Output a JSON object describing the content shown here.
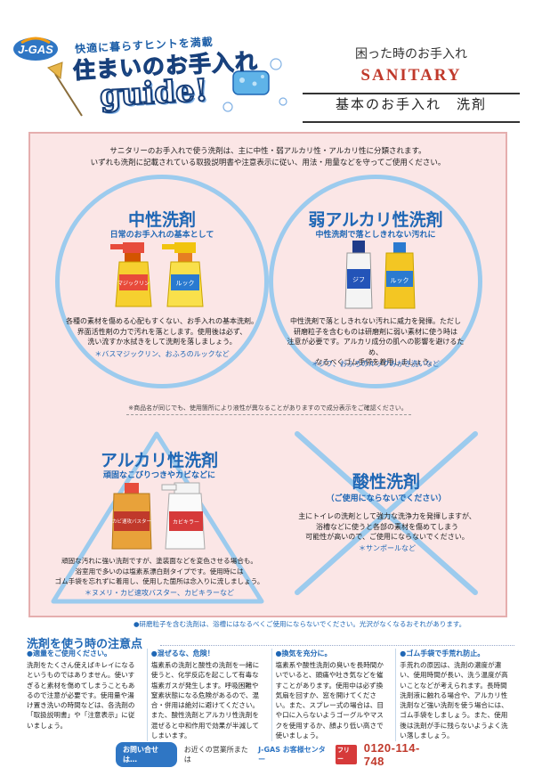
{
  "header": {
    "logo": "J-GAS",
    "tagline": "快適に暮らすヒントを満載",
    "title_main": "住まいのお手入れ",
    "title_guide": "guide!",
    "subtitle": "困った時のお手入れ",
    "category_en": "SANITARY",
    "topic": "基本のお手入れ　洗剤"
  },
  "intro": {
    "line1": "サニタリーのお手入れで使う洗剤は、主に中性・弱アルカリ性・アルカリ性に分類されます。",
    "line2": "いずれも洗剤に記載されている取扱説明書や注意表示に従い、用法・用量などを守ってご使用ください。"
  },
  "neutral": {
    "title": "中性洗剤",
    "subtitle": "日常のお手入れの基本として",
    "body1": "各種の素材を傷める心配もすくない、お手入れの基本洗剤。",
    "body2": "界面活性剤の力で汚れを落とします。使用後は必ず、",
    "body3": "洗い流すか水拭きをして洗剤を落しましょう。",
    "example": "＊バスマジックリン、おふろのルックなど"
  },
  "weak_alkaline": {
    "title": "弱アルカリ性洗剤",
    "subtitle": "中性洗剤で落としきれない汚れに",
    "body1": "中性洗剤で落としきれない汚れに威力を発揮。ただし",
    "body2": "研磨粒子を含むものは研磨剤に弱い素材に使う時は",
    "body3": "注意が必要です。アルカリ成分の肌への影響を避けるため、",
    "body4": "なるべくゴム手袋を着用しましょう。",
    "example": "＊ジフ、おふろのルックみがき洗いなど"
  },
  "footnote": "※商品名が同じでも、使用箇所により液性が異なることがありますので成分表示をご確認ください。",
  "alkaline": {
    "title": "アルカリ性洗剤",
    "subtitle": "頑固なこびりつきやカビなどに",
    "body1": "頑固な汚れに強い洗剤ですが、塗装面などを変色させる場合も。",
    "body2": "浴室用で多いのは塩素系漂白剤タイプです。使用時には",
    "body3": "ゴム手袋を忘れずに着用し、使用した箇所は念入りに流しましょう。",
    "example": "＊ヌメリ・カビ速攻バスター、カビキラーなど"
  },
  "acidic": {
    "title": "酸性洗剤",
    "subtitle": "（ご使用にならないでください）",
    "body1": "主にトイレの洗剤として強力な洗浄力を発揮しますが、",
    "body2": "浴槽などに使うと各部の素材を傷めてしまう",
    "body3": "可能性が高いので、ご使用にならないでください。",
    "example": "＊サンポールなど"
  },
  "bottles": {
    "b1_label": "マジックリン",
    "b2_label": "ルック",
    "b3_label": "ジフ",
    "b4_label": "ルック",
    "b5_label": "カビ速攻バスター",
    "b6_label": "カビキラー"
  },
  "note_bottom": "●研磨粒子を含む洗剤は、浴槽にはなるべくご使用にならないでください。光沢がなくなるおそれがあります。",
  "cautions": {
    "title": "洗剤を使う時の注意点",
    "items": [
      {
        "heading": "●適量をご使用ください。",
        "body": "洗剤をたくさん使えばキレイになるというものではありません。使いすぎると素材を傷めてしまうこともあるので注意が必要です。使用量や湯け置き洗いの時間などは、各洗剤の「取扱説明書」や「注意表示」に従いましょう。"
      },
      {
        "heading": "●混ぜるな、危険！",
        "body": "塩素系の洗剤と酸性の洗剤を一緒に使うと、化学反応を起こして有毒な塩素ガスが発生します。呼吸困難や窒素状態になる危険があるので、混合・併用は絶対に避けてください。また、酸性洗剤とアルカリ性洗剤を混ぜると中和作用で効果が半減してしまいます。"
      },
      {
        "heading": "●換気を充分に。",
        "body": "塩素系や酸性洗剤の臭いを長時間かいでいると、頭痛や吐き気などを催すことがあります。使用中は必ず換気扇を回すか、窓を開けてください。また、スプレー式の場合は、目や口に入らないようゴーグルやマスクを使用するか、顔より低い高さで使いましょう。"
      },
      {
        "heading": "●ゴム手袋で手荒れ防止。",
        "body": "手荒れの原因は、洗剤の濃度が濃い、使用時間が長い、洗う温度が高いことなどが考えられます。長時間洗剤液に触れる場合や、アルカリ性洗剤など強い洗剤を使う場合には、ゴム手袋をしましょう。また、使用後は洗剤が手に残らないようよく洗い落しましょう。"
      }
    ]
  },
  "footer": {
    "button": "お問い合せは…",
    "text": "お近くの営業所または",
    "brand": "J-GAS お客様センター",
    "free": "フリー",
    "tel": "0120-114-748"
  },
  "colors": {
    "accent": "#1f67b5",
    "panel": "#fbe6e6",
    "shape": "#9ccbee",
    "brand_red": "#c0392b"
  }
}
